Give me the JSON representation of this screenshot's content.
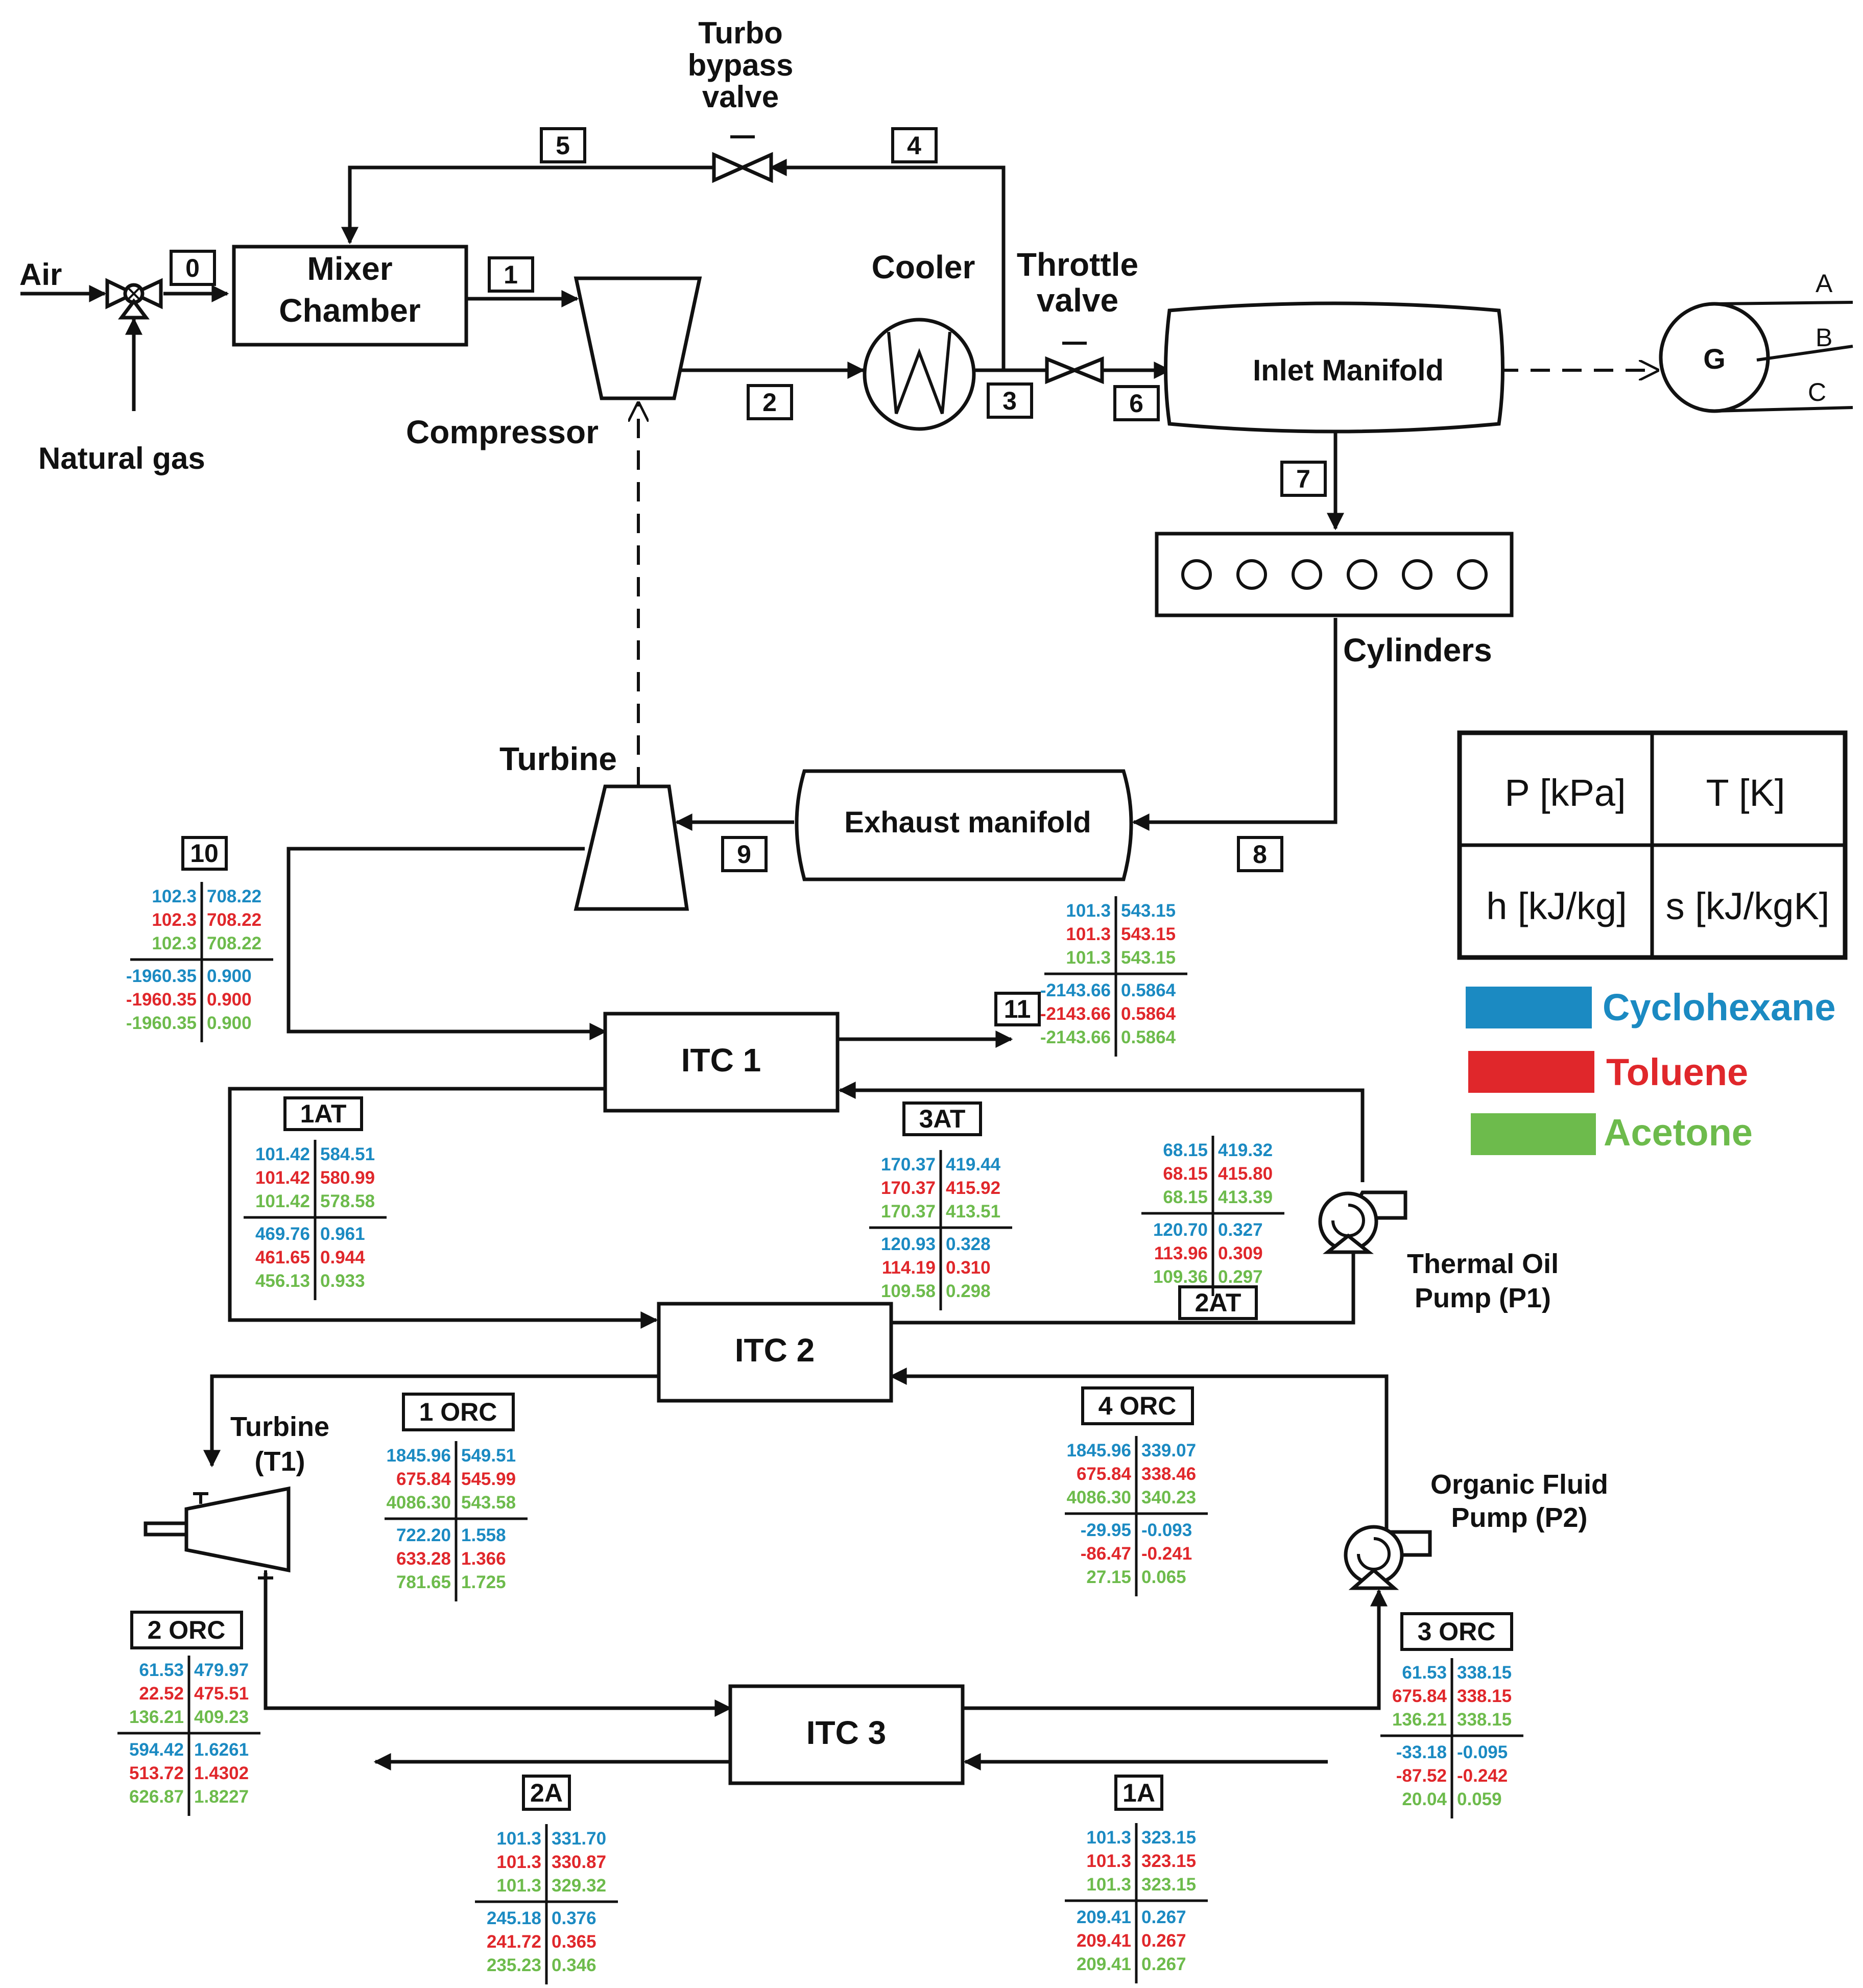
{
  "colors": {
    "cyclohexane": "#1B8AC2",
    "toluene": "#E0272B",
    "acetone": "#6DBB4C"
  },
  "labels": {
    "air": "Air",
    "natural_gas": "Natural gas",
    "mixer_line1": "Mixer",
    "mixer_line2": "Chamber",
    "turbo1": "Turbo",
    "turbo2": "bypass",
    "turbo3": "valve",
    "compressor": "Compressor",
    "cooler": "Cooler",
    "throttle1": "Throttle",
    "throttle2": "valve",
    "inlet_manifold": "Inlet Manifold",
    "generator": "G",
    "gen_a": "A",
    "gen_b": "B",
    "gen_c": "C",
    "cylinders": "Cylinders",
    "turbine": "Turbine",
    "exhaust_manifold": "Exhaust manifold",
    "itc1": "ITC 1",
    "itc2": "ITC 2",
    "itc3": "ITC 3",
    "thermal_pump1": "Thermal Oil",
    "thermal_pump2": "Pump (P1)",
    "turbine_t1_1": "Turbine",
    "turbine_t1_2": "(T1)",
    "organic_pump1": "Organic Fluid",
    "organic_pump2": "Pump (P2)"
  },
  "states": {
    "s0": "0",
    "s1": "1",
    "s2": "2",
    "s3": "3",
    "s4": "4",
    "s5": "5",
    "s6": "6",
    "s7": "7",
    "s8": "8",
    "s9": "9",
    "s10": "10",
    "s11": "11",
    "s1at": "1AT",
    "s2at": "2AT",
    "s3at": "3AT",
    "s1orc": "1 ORC",
    "s2orc": "2 ORC",
    "s3orc": "3 ORC",
    "s4orc": "4 ORC",
    "s1a": "1A",
    "s2a": "2A"
  },
  "legend": {
    "p": "P [kPa]",
    "t": "T [K]",
    "h": "h [kJ/kg]",
    "s": "s [kJ/kgK]",
    "fluids": [
      "Cyclohexane",
      "Toluene",
      "Acetone"
    ]
  },
  "tables": {
    "t10": {
      "p": [
        "102.3",
        "102.3",
        "102.3"
      ],
      "t": [
        "708.22",
        "708.22",
        "708.22"
      ],
      "h": [
        "-1960.35",
        "-1960.35",
        "-1960.35"
      ],
      "s": [
        "0.900",
        "0.900",
        "0.900"
      ]
    },
    "t11": {
      "p": [
        "101.3",
        "101.3",
        "101.3"
      ],
      "t": [
        "543.15",
        "543.15",
        "543.15"
      ],
      "h": [
        "-2143.66",
        "-2143.66",
        "-2143.66"
      ],
      "s": [
        "0.5864",
        "0.5864",
        "0.5864"
      ]
    },
    "t1at": {
      "p": [
        "101.42",
        "101.42",
        "101.42"
      ],
      "t": [
        "584.51",
        "580.99",
        "578.58"
      ],
      "h": [
        "469.76",
        "461.65",
        "456.13"
      ],
      "s": [
        "0.961",
        "0.944",
        "0.933"
      ]
    },
    "t3at": {
      "p": [
        "170.37",
        "170.37",
        "170.37"
      ],
      "t": [
        "419.44",
        "415.92",
        "413.51"
      ],
      "h": [
        "120.93",
        "114.19",
        "109.58"
      ],
      "s": [
        "0.328",
        "0.310",
        "0.298"
      ]
    },
    "t2at": {
      "p": [
        "68.15",
        "68.15",
        "68.15"
      ],
      "t": [
        "419.32",
        "415.80",
        "413.39"
      ],
      "h": [
        "120.70",
        "113.96",
        "109.36"
      ],
      "s": [
        "0.327",
        "0.309",
        "0.297"
      ]
    },
    "t1orc": {
      "p": [
        "1845.96",
        "675.84",
        "4086.30"
      ],
      "t": [
        "549.51",
        "545.99",
        "543.58"
      ],
      "h": [
        "722.20",
        "633.28",
        "781.65"
      ],
      "s": [
        "1.558",
        "1.366",
        "1.725"
      ]
    },
    "t4orc": {
      "p": [
        "1845.96",
        "675.84",
        "4086.30"
      ],
      "t": [
        "339.07",
        "338.46",
        "340.23"
      ],
      "h": [
        "-29.95",
        "-86.47",
        "27.15"
      ],
      "s": [
        "-0.093",
        "-0.241",
        "0.065"
      ]
    },
    "t2orc": {
      "p": [
        "61.53",
        "22.52",
        "136.21"
      ],
      "t": [
        "479.97",
        "475.51",
        "409.23"
      ],
      "h": [
        "594.42",
        "513.72",
        "626.87"
      ],
      "s": [
        "1.6261",
        "1.4302",
        "1.8227"
      ]
    },
    "t3orc": {
      "p": [
        "61.53",
        "675.84",
        "136.21"
      ],
      "t": [
        "338.15",
        "338.15",
        "338.15"
      ],
      "h": [
        "-33.18",
        "-87.52",
        "20.04"
      ],
      "s": [
        "-0.095",
        "-0.242",
        "0.059"
      ]
    },
    "t2a": {
      "p": [
        "101.3",
        "101.3",
        "101.3"
      ],
      "t": [
        "331.70",
        "330.87",
        "329.32"
      ],
      "h": [
        "245.18",
        "241.72",
        "235.23"
      ],
      "s": [
        "0.376",
        "0.365",
        "0.346"
      ]
    },
    "t1a": {
      "p": [
        "101.3",
        "101.3",
        "101.3"
      ],
      "t": [
        "323.15",
        "323.15",
        "323.15"
      ],
      "h": [
        "209.41",
        "209.41",
        "209.41"
      ],
      "s": [
        "0.267",
        "0.267",
        "0.267"
      ]
    }
  }
}
